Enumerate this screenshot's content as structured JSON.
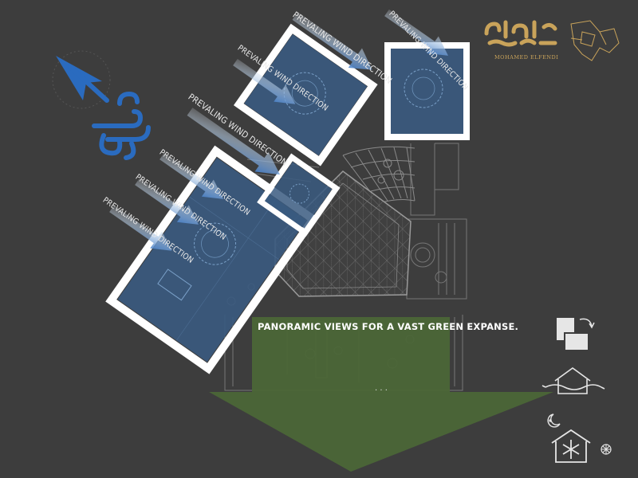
{
  "labels": {
    "wind": "PREVALING WIND DIRECTION",
    "panorama": "PANORAMIC VIEWS FOR A VAST GREEN EXPANSE."
  },
  "branding": {
    "designer_name": "MOHAMED ELFENDI"
  },
  "colors": {
    "background": "#3d3d3d",
    "room_fill": "#3a5a80",
    "room_border": "#ffffff",
    "arrow_blue": "#2a6bbf",
    "green_arrow": "#4b6637",
    "plan_lines": "#888888",
    "gold": "#c9a35a",
    "icon_white": "#e6e6e6"
  },
  "icons": [
    "compass-arrow-icon",
    "wind-icon",
    "logo-mark",
    "floorplan-mini-icon",
    "rotate-squares-icon",
    "house-ventilation-icon",
    "moon-night-icon",
    "house-snowflake-icon"
  ]
}
